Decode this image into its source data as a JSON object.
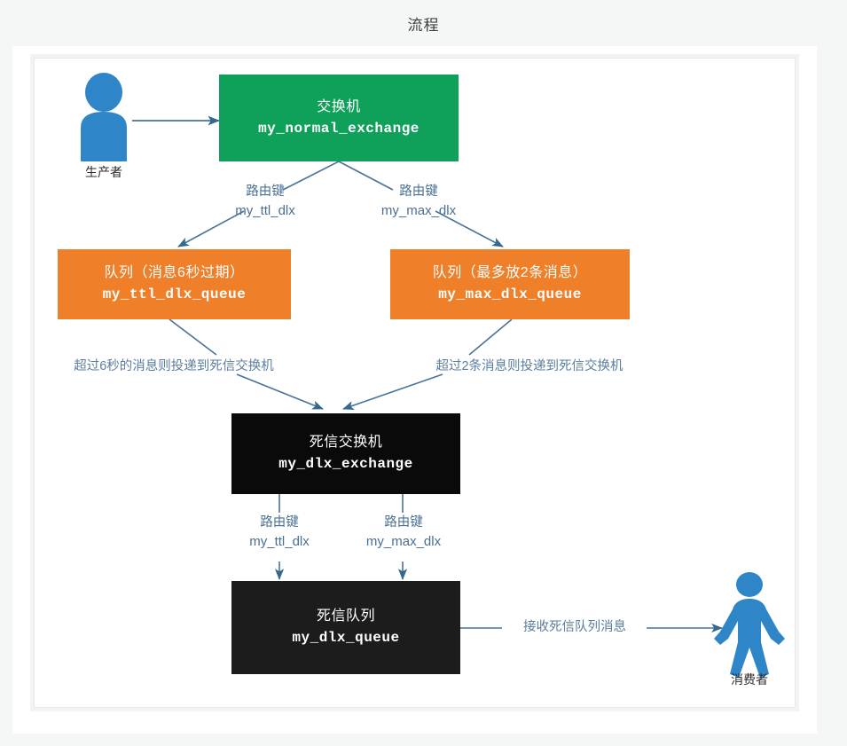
{
  "page": {
    "title": "流程"
  },
  "colors": {
    "exchange_green": "#0fa05a",
    "queue_orange": "#ef7f28",
    "dlx_black": "#0a0a0a",
    "dlq_black": "#1c1c1c",
    "actor_blue": "#2e86c8",
    "arrow_blue": "#35688f",
    "label_blue": "#4a6f93",
    "canvas_white": "#ffffff",
    "page_background": "#f5f6f6"
  },
  "actors": [
    {
      "id": "producer",
      "icon": "producer-person-icon",
      "caption": "生产者"
    },
    {
      "id": "consumer",
      "icon": "consumer-person-icon",
      "caption": "消费者"
    }
  ],
  "nodes": [
    {
      "id": "normal-exchange",
      "kind": "exchange",
      "color": "#0fa05a",
      "line1": "交换机",
      "line2": "my_normal_exchange"
    },
    {
      "id": "ttl-queue",
      "kind": "queue",
      "color": "#ef7f28",
      "line1": "队列（消息6秒过期）",
      "line2": "my_ttl_dlx_queue"
    },
    {
      "id": "max-queue",
      "kind": "queue",
      "color": "#ef7f28",
      "line1": "队列（最多放2条消息）",
      "line2": "my_max_dlx_queue"
    },
    {
      "id": "dlx-exchange",
      "kind": "exchange",
      "color": "#0a0a0a",
      "line1": "死信交换机",
      "line2": "my_dlx_exchange"
    },
    {
      "id": "dlx-queue",
      "kind": "queue",
      "color": "#1c1c1c",
      "line1": "死信队列",
      "line2": "my_dlx_queue"
    }
  ],
  "edges": [
    {
      "id": "producer-to-exchange",
      "label_line1": "",
      "label_line2": ""
    },
    {
      "id": "exchange-to-ttl-queue",
      "label_line1": "路由键",
      "label_line2": "my_ttl_dlx"
    },
    {
      "id": "exchange-to-max-queue",
      "label_line1": "路由键",
      "label_line2": "my_max_dlx"
    },
    {
      "id": "ttl-queue-to-dlx",
      "label_line1": "超过6秒的消息则投递到死信交换机",
      "label_line2": ""
    },
    {
      "id": "max-queue-to-dlx",
      "label_line1": "超过2条消息则投递到死信交换机",
      "label_line2": ""
    },
    {
      "id": "dlx-to-dlq-left",
      "label_line1": "路由键",
      "label_line2": "my_ttl_dlx"
    },
    {
      "id": "dlx-to-dlq-right",
      "label_line1": "路由键",
      "label_line2": "my_max_dlx"
    },
    {
      "id": "dlq-to-consumer",
      "label_line1": "接收死信队列消息",
      "label_line2": ""
    }
  ]
}
